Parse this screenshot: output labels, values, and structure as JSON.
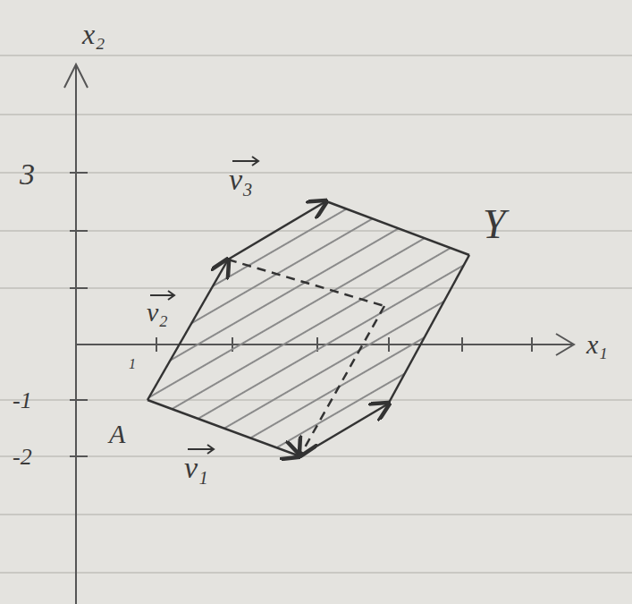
{
  "diagram": {
    "labels": [
      "x₂",
      "3",
      "-1",
      "-2",
      "1",
      "x₁",
      "v₃",
      "v₂",
      "v₁",
      "A",
      "Y"
    ]
  }
}
